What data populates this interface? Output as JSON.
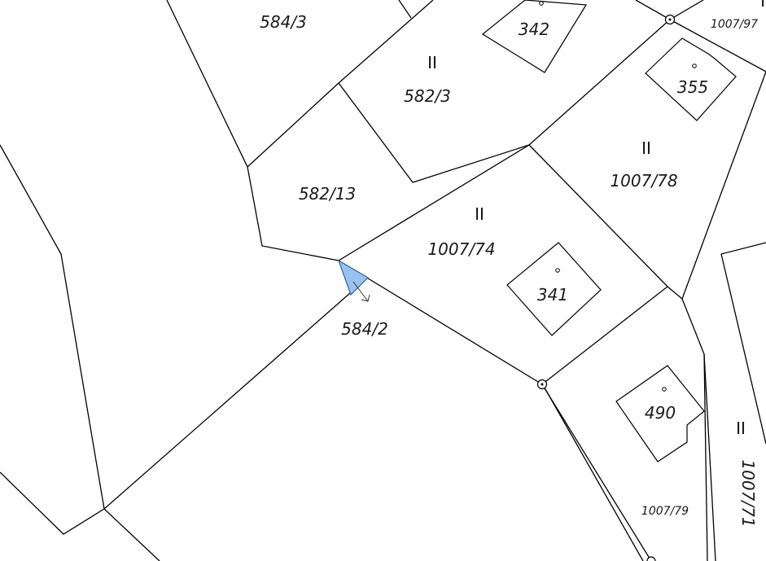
{
  "map": {
    "parcel_labels": {
      "p584_3": "584/3",
      "p582_3": "582/3",
      "p582_13": "582/13",
      "p584_2": "584/2",
      "p1007_74": "1007/74",
      "p1007_78": "1007/78",
      "p1007_97": "1007/97",
      "p1007_79": "1007/79",
      "p1007_71": "1007/71"
    },
    "building_labels": {
      "b342": "342",
      "b355": "355",
      "b341": "341",
      "b490": "490"
    },
    "land_use_symbol": "II",
    "colors": {
      "highlight_fill": "#99c2f0",
      "highlight_stroke": "#2c5fa8",
      "line": "#000000",
      "background": "#ffffff"
    }
  }
}
